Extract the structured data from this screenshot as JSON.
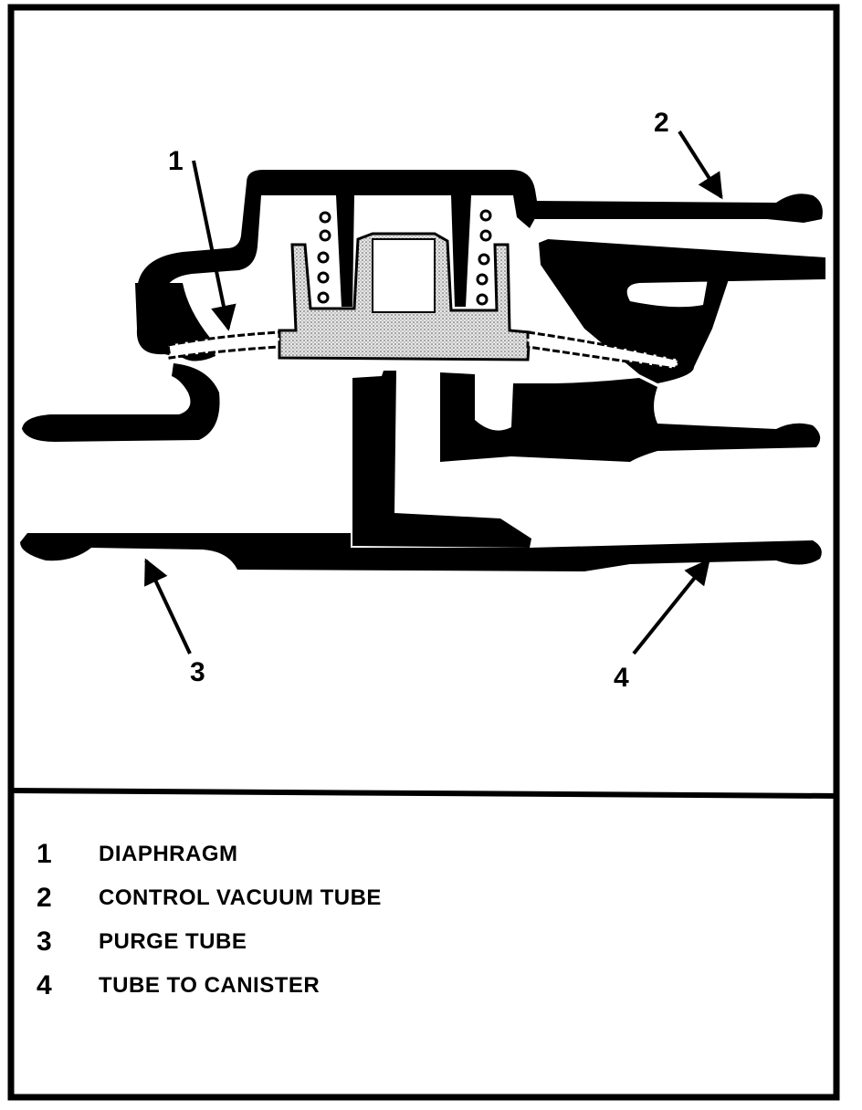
{
  "diagram": {
    "callouts": [
      {
        "number": "1",
        "label": "DIAPHRAGM"
      },
      {
        "number": "2",
        "label": "CONTROL VACUUM TUBE"
      },
      {
        "number": "3",
        "label": "PURGE TUBE"
      },
      {
        "number": "4",
        "label": "TUBE TO CANISTER"
      }
    ]
  },
  "colors": {
    "ink": "#000000",
    "paper": "#ffffff",
    "stipple": "#c8c8c8"
  }
}
